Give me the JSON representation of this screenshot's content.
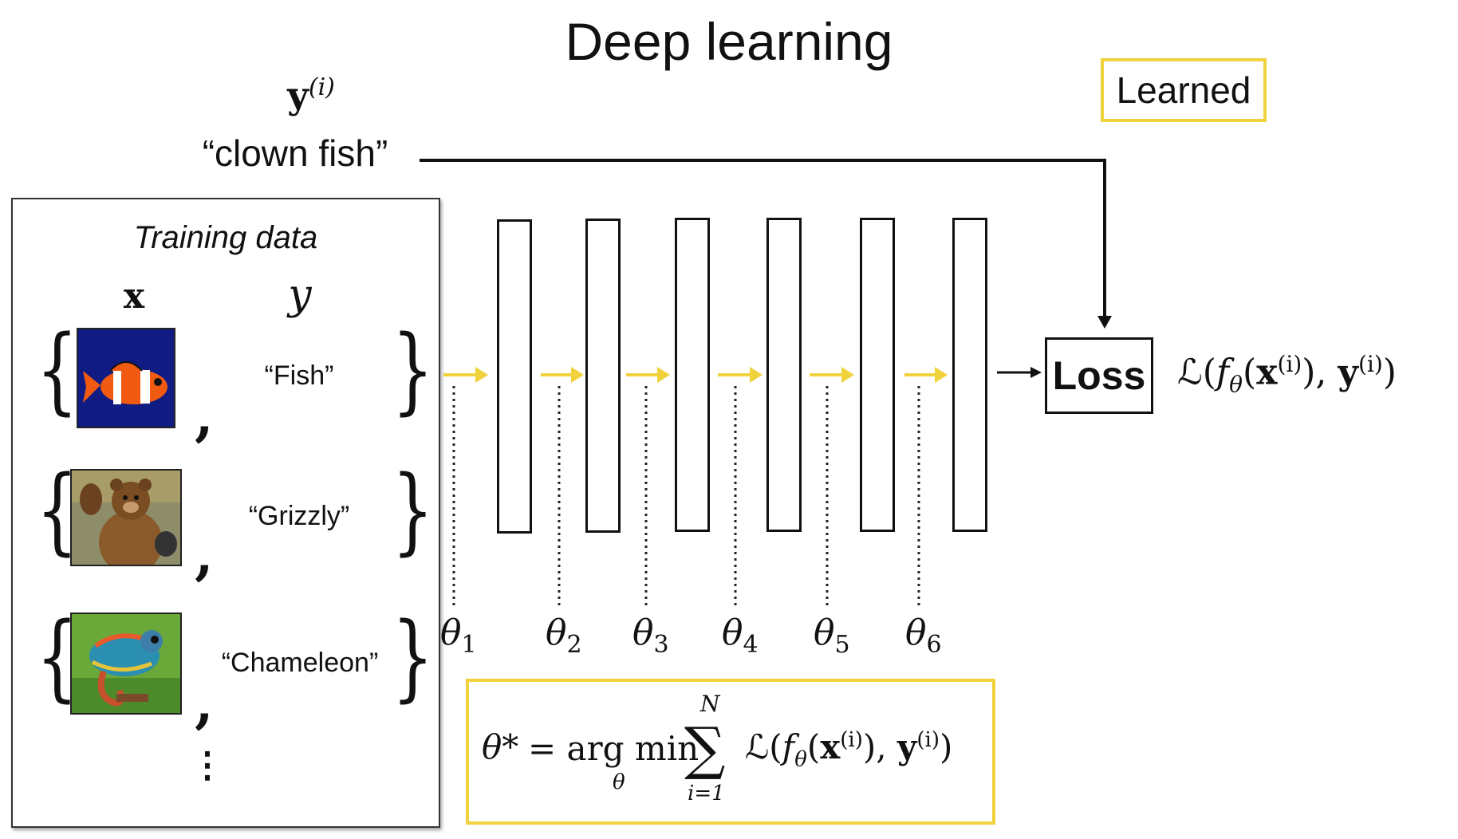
{
  "title": "Deep learning",
  "learned_label": "Learned",
  "target": {
    "symbol": "y",
    "superscript": "(i)",
    "example": "“clown fish”"
  },
  "training": {
    "title": "Training data",
    "x_header": "x",
    "y_header": "y",
    "rows": [
      {
        "image": "clown-fish-photo",
        "label": "“Fish”"
      },
      {
        "image": "grizzly-bear-photo",
        "label": "“Grizzly”"
      },
      {
        "image": "chameleon-photo",
        "label": "“Chameleon”"
      }
    ],
    "ellipsis": "⋮"
  },
  "parameters": [
    {
      "symbol": "θ",
      "sub": "1"
    },
    {
      "symbol": "θ",
      "sub": "2"
    },
    {
      "symbol": "θ",
      "sub": "3"
    },
    {
      "symbol": "θ",
      "sub": "4"
    },
    {
      "symbol": "θ",
      "sub": "5"
    },
    {
      "symbol": "θ",
      "sub": "6"
    }
  ],
  "loss": {
    "label": "Loss",
    "formula": {
      "L": "ℒ",
      "f": "f",
      "f_sub": "θ",
      "x": "x",
      "y": "y",
      "sup": "(i)"
    }
  },
  "objective": {
    "lhs": "θ*",
    "eq": "= arg min",
    "argmin_sub": "θ",
    "sum_upper": "N",
    "sum_lower": "i=1",
    "sum_symbol": "∑"
  },
  "colors": {
    "arrow_yellow": "#f0d23c",
    "box_yellow": "#f0d23c",
    "line": "#111111"
  }
}
